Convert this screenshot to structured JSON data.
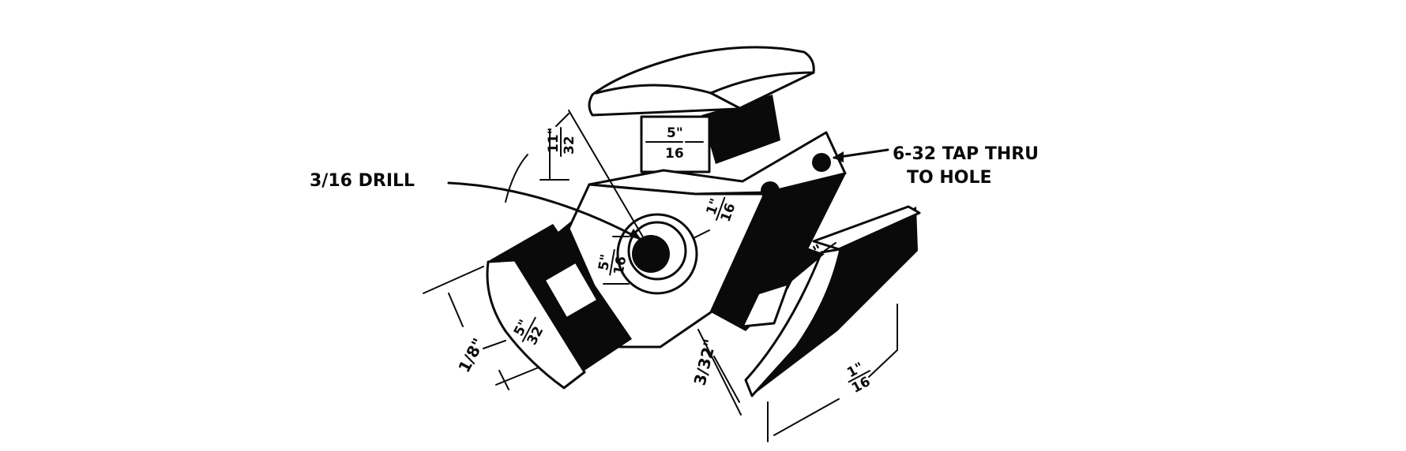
{
  "drawing": {
    "ink_color": "#0a0a0a",
    "paper_color": "#ffffff"
  },
  "callouts": {
    "drill": "3/16 DRILL",
    "tap_line1": "6-32 TAP THRU",
    "tap_line2": "TO HOLE"
  },
  "dimensions": {
    "top_block_width": {
      "num": "5\"",
      "den": "16"
    },
    "left_offset": {
      "num": "11\"",
      "den": "32"
    },
    "hole_offset": {
      "num": "5\"",
      "den": "16"
    },
    "hole_wall": {
      "num": "1\"",
      "den": "16"
    },
    "right_block_width": "5/8\"",
    "left_jaw_height": "1/8\"",
    "left_jaw_thickness": {
      "num": "5\"",
      "den": "32"
    },
    "right_jaw_height": "3/32\"",
    "right_jaw_length": {
      "num": "1\"",
      "den": "16"
    }
  }
}
